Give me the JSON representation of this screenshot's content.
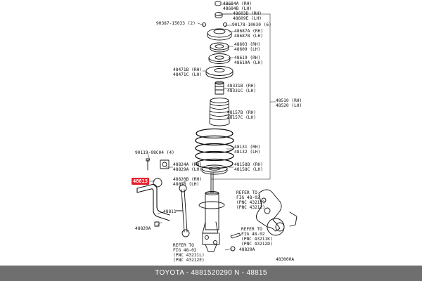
{
  "labels": {
    "l48684": "48684A (RH)",
    "l48684b": "48684B (LH)",
    "l48603": "48603D (RH)",
    "l48609": "48609E (LH)",
    "l90387": "90387-15033 (2)",
    "l90178": "90178-10030 (6)",
    "l48687a": "48687A (RH)",
    "l48687b": "48687B (LH)",
    "l48603b": "48603 (RH)",
    "l48609b": "48609 (LH)",
    "l48619": "48619 (RH)",
    "l48619a": "48619A (LH)",
    "l48471b": "48471B (RH)",
    "l48471c": "48471C (LH)",
    "l48331b": "48331B (RH)",
    "l48331c": "48331C (LH)",
    "l48510": "48510 (RH)",
    "l48520": "48520 (LH)",
    "l48157b": "48157B (RH)",
    "l48157c": "48157C (LH)",
    "l48131": "48131 (RH)",
    "l48132": "48132 (LH)",
    "l90119": "90119-08C04 (4)",
    "l48824a": "48824A (RH)",
    "l48829a": "48829A (LH)",
    "l48158b": "48158B (RH)",
    "l48158c": "48158C (LH)",
    "l48820b": "48820B (RH)",
    "l48810": "48810 (LH)",
    "l48811": "48811",
    "l48820a": "48820A",
    "l48820a2": "48820A",
    "ref1a": "REFER TO",
    "ref1b": "FIG 48-02",
    "ref1c": "(PNC 43211)",
    "ref1d": "(PNC 43212)",
    "ref2a": "REFER TO",
    "ref2b": "FIG 48-02",
    "ref2c": "(PNC 43211K)",
    "ref2d": "(PNC 43212D)",
    "ref3a": "REFER TO",
    "ref3b": "FIG 48-02",
    "ref3c": "(PNC 43211L)",
    "ref3d": "(PNC 43212E)",
    "figcode": "483000A"
  },
  "highlight": {
    "text": "48815",
    "color": "#e8202a"
  },
  "footer": {
    "text": "TOYOTA - 4881520290    N - 48815",
    "bg": "#6f6f6f"
  }
}
